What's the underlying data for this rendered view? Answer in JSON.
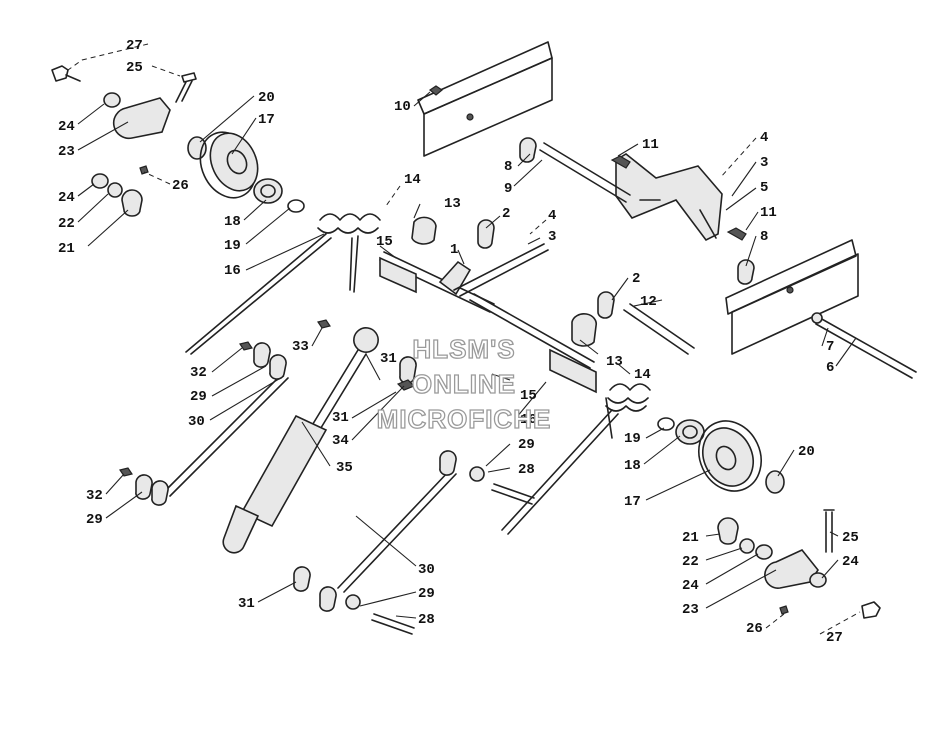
{
  "watermark": {
    "lines": [
      "HLSM'S",
      "ONLINE",
      "MICROFICHE"
    ]
  },
  "callouts": [
    {
      "key": "c27a",
      "label": "27"
    },
    {
      "key": "c25a",
      "label": "25"
    },
    {
      "key": "c20a",
      "label": "20"
    },
    {
      "key": "c17a",
      "label": "17"
    },
    {
      "key": "c24a",
      "label": "24"
    },
    {
      "key": "c23a",
      "label": "23"
    },
    {
      "key": "c24b",
      "label": "24"
    },
    {
      "key": "c22a",
      "label": "22"
    },
    {
      "key": "c21a",
      "label": "21"
    },
    {
      "key": "c26a",
      "label": "26"
    },
    {
      "key": "c18a",
      "label": "18"
    },
    {
      "key": "c19a",
      "label": "19"
    },
    {
      "key": "c16a",
      "label": "16"
    },
    {
      "key": "c14a",
      "label": "14"
    },
    {
      "key": "c13a",
      "label": "13"
    },
    {
      "key": "c2a",
      "label": "2"
    },
    {
      "key": "c4a",
      "label": "4"
    },
    {
      "key": "c3a",
      "label": "3"
    },
    {
      "key": "c15a",
      "label": "15"
    },
    {
      "key": "c1",
      "label": "1"
    },
    {
      "key": "c10",
      "label": "10"
    },
    {
      "key": "c8a",
      "label": "8"
    },
    {
      "key": "c9",
      "label": "9"
    },
    {
      "key": "c11a",
      "label": "11"
    },
    {
      "key": "c4b",
      "label": "4"
    },
    {
      "key": "c3b",
      "label": "3"
    },
    {
      "key": "c5",
      "label": "5"
    },
    {
      "key": "c11b",
      "label": "11"
    },
    {
      "key": "c8b",
      "label": "8"
    },
    {
      "key": "c2b",
      "label": "2"
    },
    {
      "key": "c12",
      "label": "12"
    },
    {
      "key": "c7",
      "label": "7"
    },
    {
      "key": "c6",
      "label": "6"
    },
    {
      "key": "c33",
      "label": "33"
    },
    {
      "key": "c32a",
      "label": "32"
    },
    {
      "key": "c29a",
      "label": "29"
    },
    {
      "key": "c30a",
      "label": "30"
    },
    {
      "key": "c31a",
      "label": "31"
    },
    {
      "key": "c13b",
      "label": "13"
    },
    {
      "key": "c14b",
      "label": "14"
    },
    {
      "key": "c15b",
      "label": "15"
    },
    {
      "key": "c31b",
      "label": "31"
    },
    {
      "key": "c34",
      "label": "34"
    },
    {
      "key": "c16b",
      "label": "16"
    },
    {
      "key": "c35",
      "label": "35"
    },
    {
      "key": "c29b",
      "label": "29"
    },
    {
      "key": "c28a",
      "label": "28"
    },
    {
      "key": "c19b",
      "label": "19"
    },
    {
      "key": "c18b",
      "label": "18"
    },
    {
      "key": "c20b",
      "label": "20"
    },
    {
      "key": "c17b",
      "label": "17"
    },
    {
      "key": "c32b",
      "label": "32"
    },
    {
      "key": "c29c",
      "label": "29"
    },
    {
      "key": "c21b",
      "label": "21"
    },
    {
      "key": "c25b",
      "label": "25"
    },
    {
      "key": "c22b",
      "label": "22"
    },
    {
      "key": "c24c",
      "label": "24"
    },
    {
      "key": "c24d",
      "label": "24"
    },
    {
      "key": "c30b",
      "label": "30"
    },
    {
      "key": "c23b",
      "label": "23"
    },
    {
      "key": "c31c",
      "label": "31"
    },
    {
      "key": "c29d",
      "label": "29"
    },
    {
      "key": "c28b",
      "label": "28"
    },
    {
      "key": "c26b",
      "label": "26"
    },
    {
      "key": "c27b",
      "label": "27"
    }
  ]
}
